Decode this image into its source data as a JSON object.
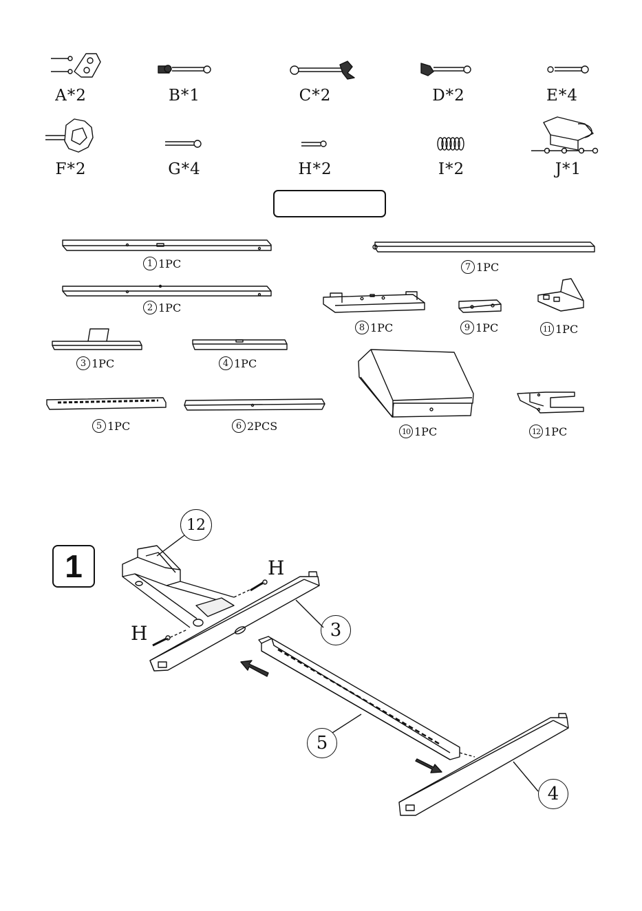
{
  "hardware": [
    {
      "letter": "A",
      "count": "A*2"
    },
    {
      "letter": "B",
      "count": "B*1"
    },
    {
      "letter": "C",
      "count": "C*2"
    },
    {
      "letter": "D",
      "count": "D*2"
    },
    {
      "letter": "E",
      "count": "E*4"
    },
    {
      "letter": "F",
      "count": "F*2"
    },
    {
      "letter": "G",
      "count": "G*4"
    },
    {
      "letter": "H",
      "count": "H*2"
    },
    {
      "letter": "I",
      "count": "I*2"
    },
    {
      "letter": "J",
      "count": "J*1"
    }
  ],
  "parts": [
    {
      "num": "1",
      "qty": "1PC"
    },
    {
      "num": "2",
      "qty": "1PC"
    },
    {
      "num": "3",
      "qty": "1PC"
    },
    {
      "num": "4",
      "qty": "1PC"
    },
    {
      "num": "5",
      "qty": "1PC"
    },
    {
      "num": "6",
      "qty": "2PCS"
    },
    {
      "num": "7",
      "qty": "1PC"
    },
    {
      "num": "8",
      "qty": "1PC"
    },
    {
      "num": "9",
      "qty": "1PC"
    },
    {
      "num": "10",
      "qty": "1PC"
    },
    {
      "num": "11",
      "qty": "1PC"
    },
    {
      "num": "12",
      "qty": "1PC"
    }
  ],
  "step": {
    "number": "1",
    "callouts": [
      "12",
      "3",
      "5",
      "4"
    ],
    "screw_labels": [
      "H",
      "H"
    ]
  }
}
